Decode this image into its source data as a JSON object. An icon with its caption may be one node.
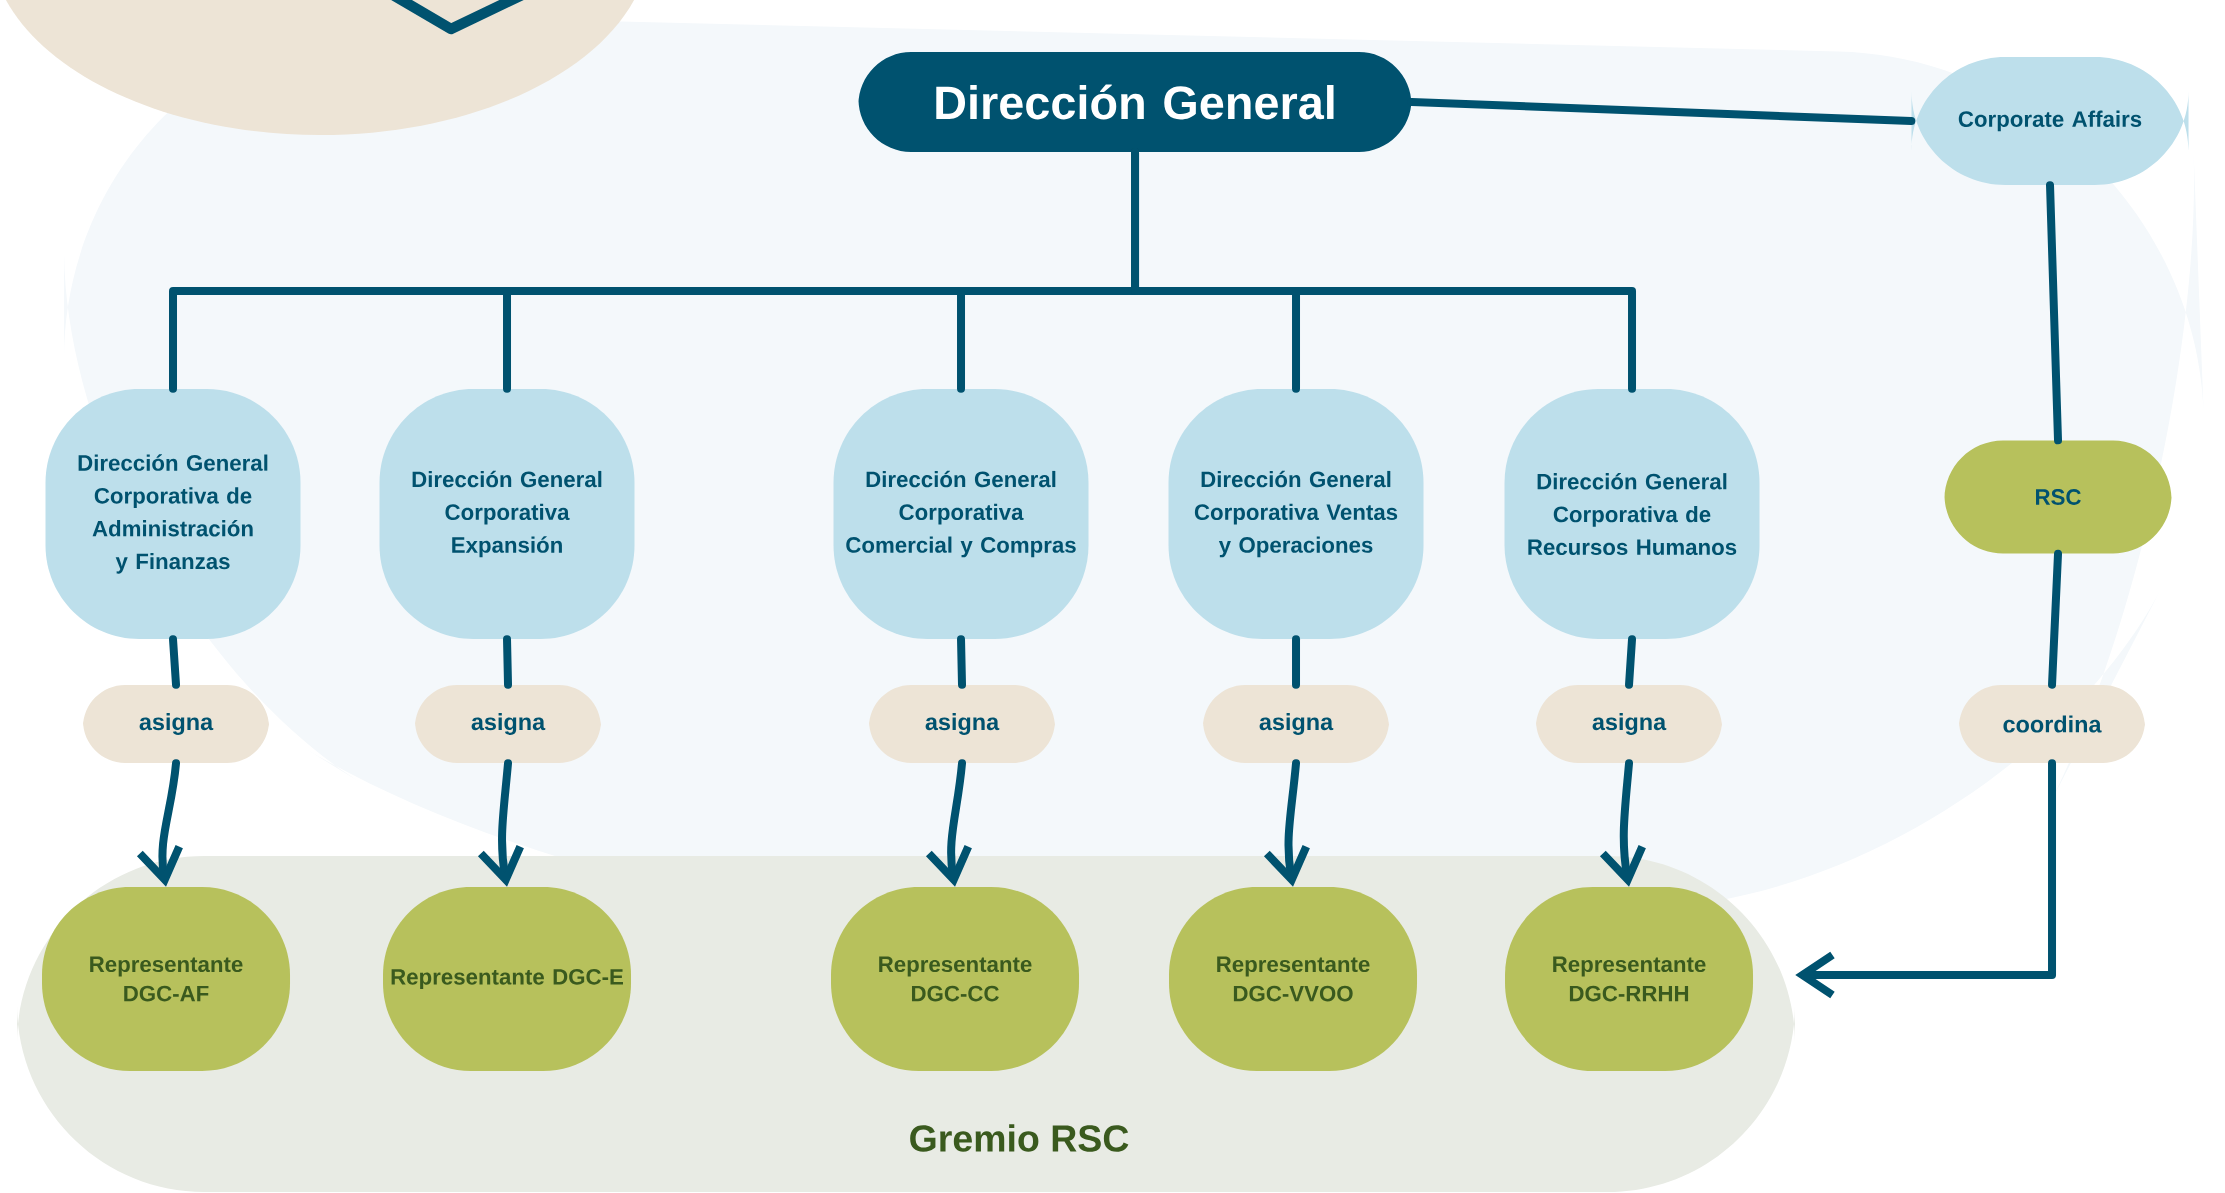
{
  "diagram": {
    "nodes": [
      {
        "text": [
          "Dirección General"
        ]
      },
      {
        "text": [
          "Corporate Affairs"
        ]
      },
      {
        "text": [
          "Dirección General Corporativa de Administración y Finanzas"
        ]
      },
      {
        "text": [
          "Dirección General Corporativa Expansión"
        ]
      },
      {
        "text": [
          "Dirección General Corporativa Comercial y Compras"
        ]
      },
      {
        "text": [
          "Dirección General Corporativa Ventas y Operaciones"
        ]
      },
      {
        "text": [
          "Dirección General Corporativa de Recursos Humanos"
        ]
      },
      {
        "text": [
          "RSC"
        ]
      },
      {
        "text": [
          "asigna"
        ]
      },
      {
        "text": [
          "asigna"
        ]
      },
      {
        "text": [
          "asigna"
        ]
      },
      {
        "text": [
          "asigna"
        ]
      },
      {
        "text": [
          "asigna"
        ]
      },
      {
        "text": [
          "coordina"
        ]
      },
      {
        "text": [
          "Gremio RSC"
        ]
      },
      {
        "text": [
          "Representante DGC-AF"
        ],
        "in": 14
      },
      {
        "text": [
          "Representante DGC-E"
        ],
        "in": 14
      },
      {
        "text": [
          "Representante DGC-CC"
        ],
        "in": 14
      },
      {
        "text": [
          "Representante DGC-VVOO"
        ],
        "in": 14
      },
      {
        "text": [
          "Representante DGC-RRHH"
        ],
        "in": 14
      }
    ],
    "edges": [
      {
        "from": 0,
        "to": 1,
        "arrow": "none"
      },
      {
        "from": 0,
        "to": 2,
        "arrow": "none"
      },
      {
        "from": 0,
        "to": 3,
        "arrow": "none"
      },
      {
        "from": 0,
        "to": 4,
        "arrow": "none"
      },
      {
        "from": 0,
        "to": 5,
        "arrow": "none"
      },
      {
        "from": 0,
        "to": 6,
        "arrow": "none"
      },
      {
        "from": 1,
        "to": 7,
        "arrow": "none"
      },
      {
        "from": 2,
        "to": 8,
        "arrow": "none"
      },
      {
        "from": 3,
        "to": 9,
        "arrow": "none"
      },
      {
        "from": 4,
        "to": 10,
        "arrow": "none"
      },
      {
        "from": 5,
        "to": 11,
        "arrow": "none"
      },
      {
        "from": 6,
        "to": 12,
        "arrow": "none"
      },
      {
        "from": 7,
        "to": 13,
        "arrow": "none"
      },
      {
        "from": 8,
        "to": 15,
        "arrow": "to"
      },
      {
        "from": 9,
        "to": 16,
        "arrow": "to"
      },
      {
        "from": 10,
        "to": 17,
        "arrow": "to"
      },
      {
        "from": 11,
        "to": 18,
        "arrow": "to"
      },
      {
        "from": 12,
        "to": 19,
        "arrow": "to"
      },
      {
        "from": 13,
        "to": 14,
        "arrow": "to"
      }
    ]
  }
}
